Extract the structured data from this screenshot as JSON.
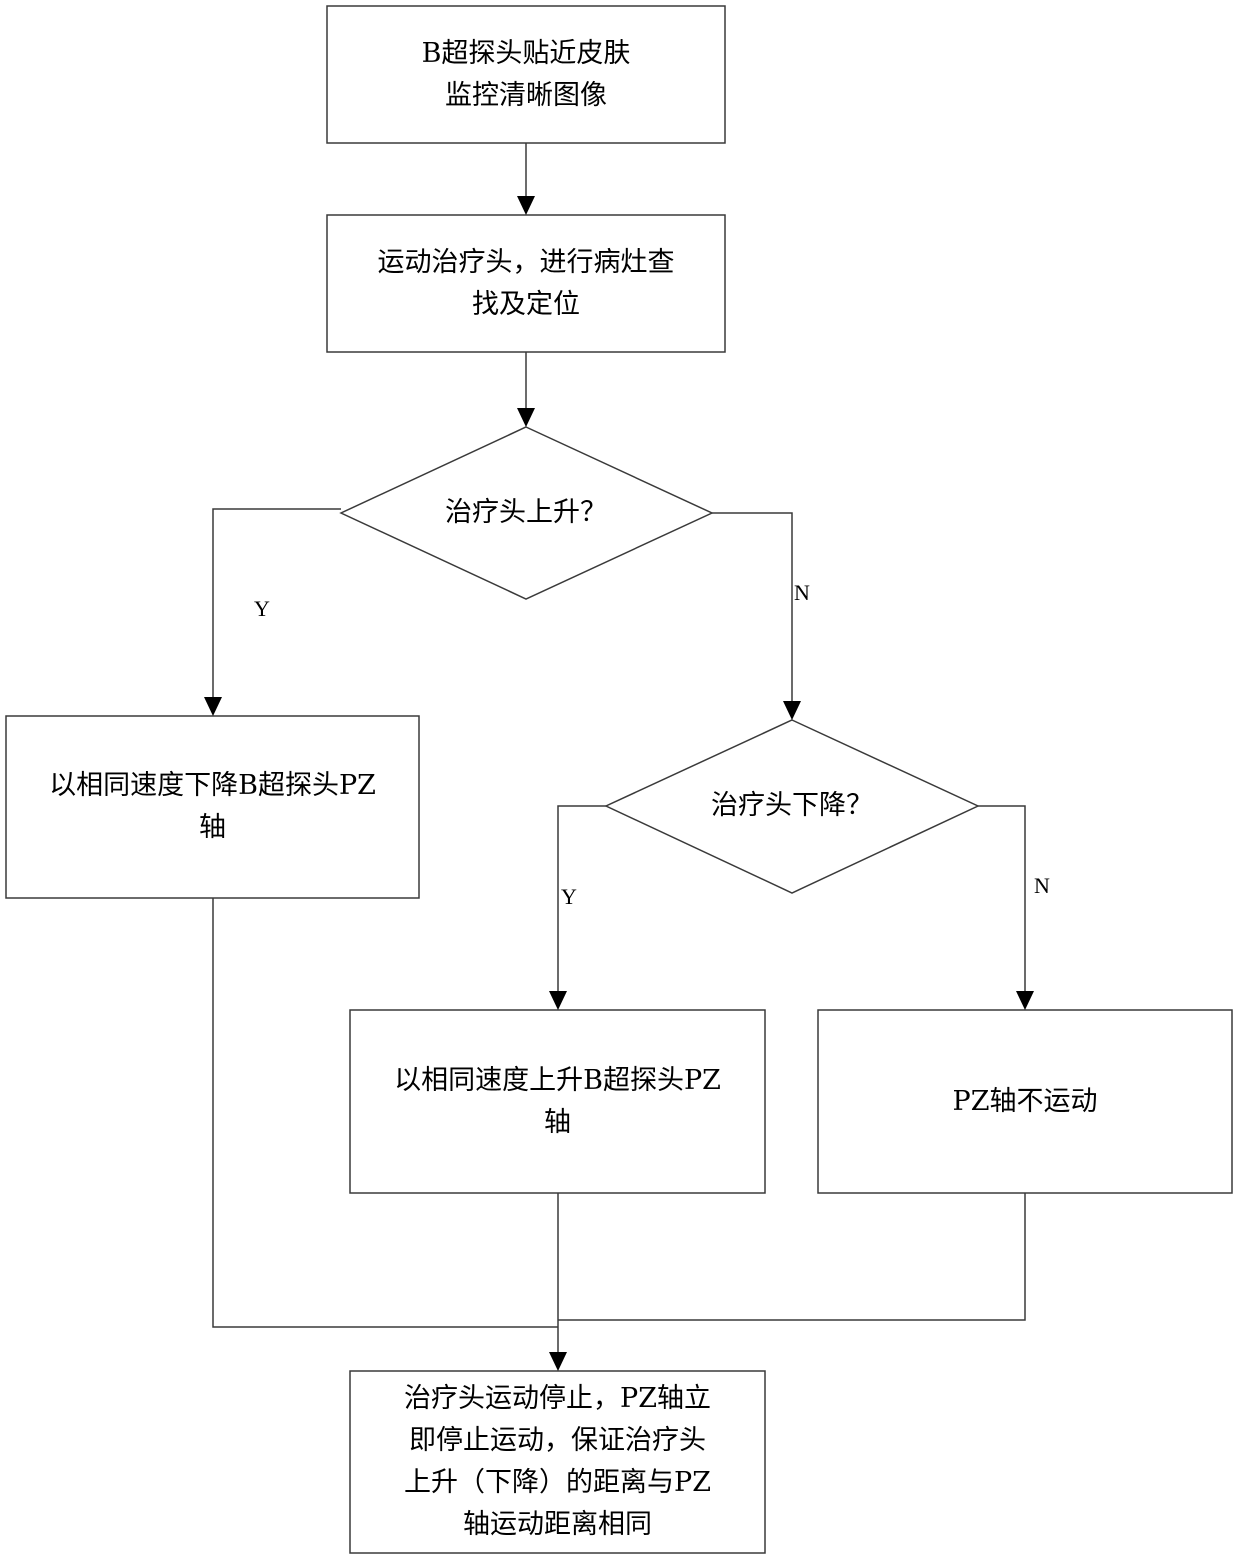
{
  "nodes": {
    "start": "B超探头贴近皮肤\n监控清晰图像",
    "locate": "运动治疗头，进行病灶查\n找及定位",
    "decision_up": "治疗头上升？",
    "lower_pz": "以相同速度下降B超探头PZ\n轴",
    "decision_down": "治疗头下降？",
    "raise_pz": "以相同速度上升B超探头PZ\n轴",
    "pz_still": "PZ轴不运动",
    "stop": "治疗头运动停止，PZ轴立\n即停止运动，保证治疗头\n上升（下降）的距离与PZ\n轴运动距离相同"
  },
  "edges": {
    "up_yes": "Y",
    "up_no": "N",
    "down_yes": "Y",
    "down_no": "N"
  }
}
